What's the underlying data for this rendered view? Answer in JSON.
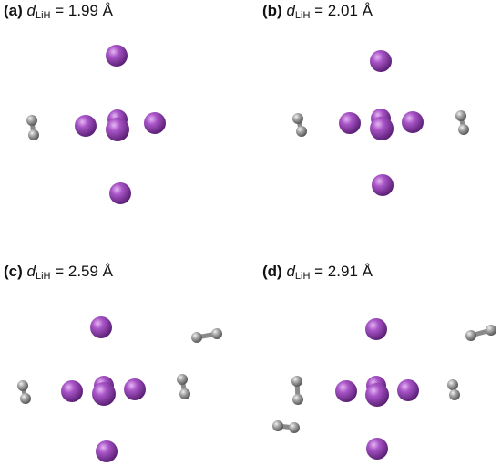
{
  "colors": {
    "li": "#9a44b8",
    "h": "#9c9c9c",
    "bond": "#9a9a9a"
  },
  "panels": [
    {
      "tag": "(a)",
      "d": "d",
      "sub": "LiH",
      "rest": " = 1.99 Å"
    },
    {
      "tag": "(b)",
      "d": "d",
      "sub": "LiH",
      "rest": " = 2.01 Å"
    },
    {
      "tag": "(c)",
      "d": "d",
      "sub": "LiH",
      "rest": " = 2.59 Å"
    },
    {
      "tag": "(d)",
      "d": "d",
      "sub": "LiH",
      "rest": " = 2.91 Å"
    }
  ]
}
